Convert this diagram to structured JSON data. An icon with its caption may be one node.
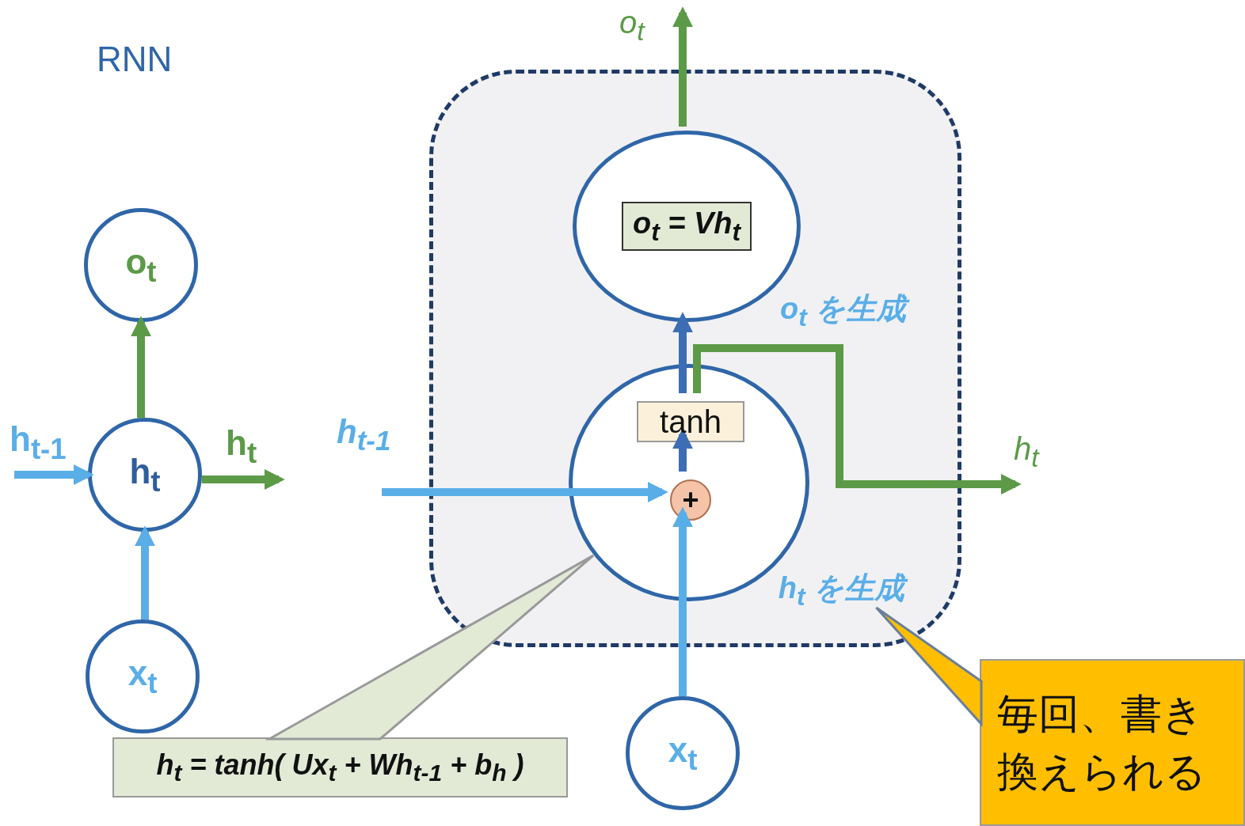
{
  "diagram": {
    "title": "RNN",
    "nodes": [
      {
        "text": [
          "o$_{t}$"
        ]
      },
      {
        "text": [
          "h$_{t}$"
        ]
      },
      {
        "text": [
          "x$_{t}$"
        ]
      },
      {
        "text": [],
        "shape": "box"
      },
      {
        "text": [
          "o$_{t}$ = Vh$_{t}$"
        ],
        "in": 3,
        "beside": [
          "o$_{t}$ を生成"
        ]
      },
      {
        "text": [],
        "shape": "circle",
        "in": 3
      },
      {
        "text": [
          "tanh"
        ],
        "in": 5
      },
      {
        "text": [
          "+"
        ],
        "in": 5
      },
      {
        "text": [
          "h$_{t}$ を生成"
        ],
        "in": 3
      },
      {
        "text": [
          "x$_{t}$"
        ]
      },
      {
        "text": [
          "h$_{t}$ = tanh( Ux$_{t}$ + Wh$_{t-1}$ + b$_{h}$ )"
        ]
      },
      {
        "text": [
          "毎回、書き換えられる"
        ]
      }
    ],
    "edges": [
      {
        "from": 1,
        "to": 0,
        "arrow": "to",
        "color": "#5c9a48"
      },
      {
        "from": 2,
        "to": 1,
        "arrow": "to",
        "color": "#5aaee8"
      },
      {
        "from": null,
        "to": 1,
        "arrow": "to",
        "label": "h$_{t-1}$",
        "color": "#5aaee8"
      },
      {
        "from": 1,
        "to": null,
        "arrow": "to",
        "label": "h$_{t}$",
        "color": "#5c9a48"
      },
      {
        "from": 9,
        "to": 7,
        "arrow": "to",
        "color": "#5aaee8"
      },
      {
        "from": null,
        "to": 7,
        "arrow": "to",
        "label": "h$_{t-1}$",
        "color": "#5aaee8"
      },
      {
        "from": 7,
        "to": 6,
        "arrow": "to",
        "color": "#3d6db5"
      },
      {
        "from": 6,
        "to": 4,
        "arrow": "to",
        "color": "#3d6db5"
      },
      {
        "from": 6,
        "to": null,
        "arrow": "to",
        "label": "h$_{t}$",
        "color": "#5c9a48"
      },
      {
        "from": 4,
        "to": null,
        "arrow": "to",
        "label": "o$_{t}$",
        "color": "#5c9a48"
      },
      {
        "from": 10,
        "to": 5,
        "arrow": "none",
        "color": "#e2ead6"
      },
      {
        "from": 11,
        "to": 8,
        "arrow": "none",
        "color": "#ffbf00"
      }
    ]
  }
}
